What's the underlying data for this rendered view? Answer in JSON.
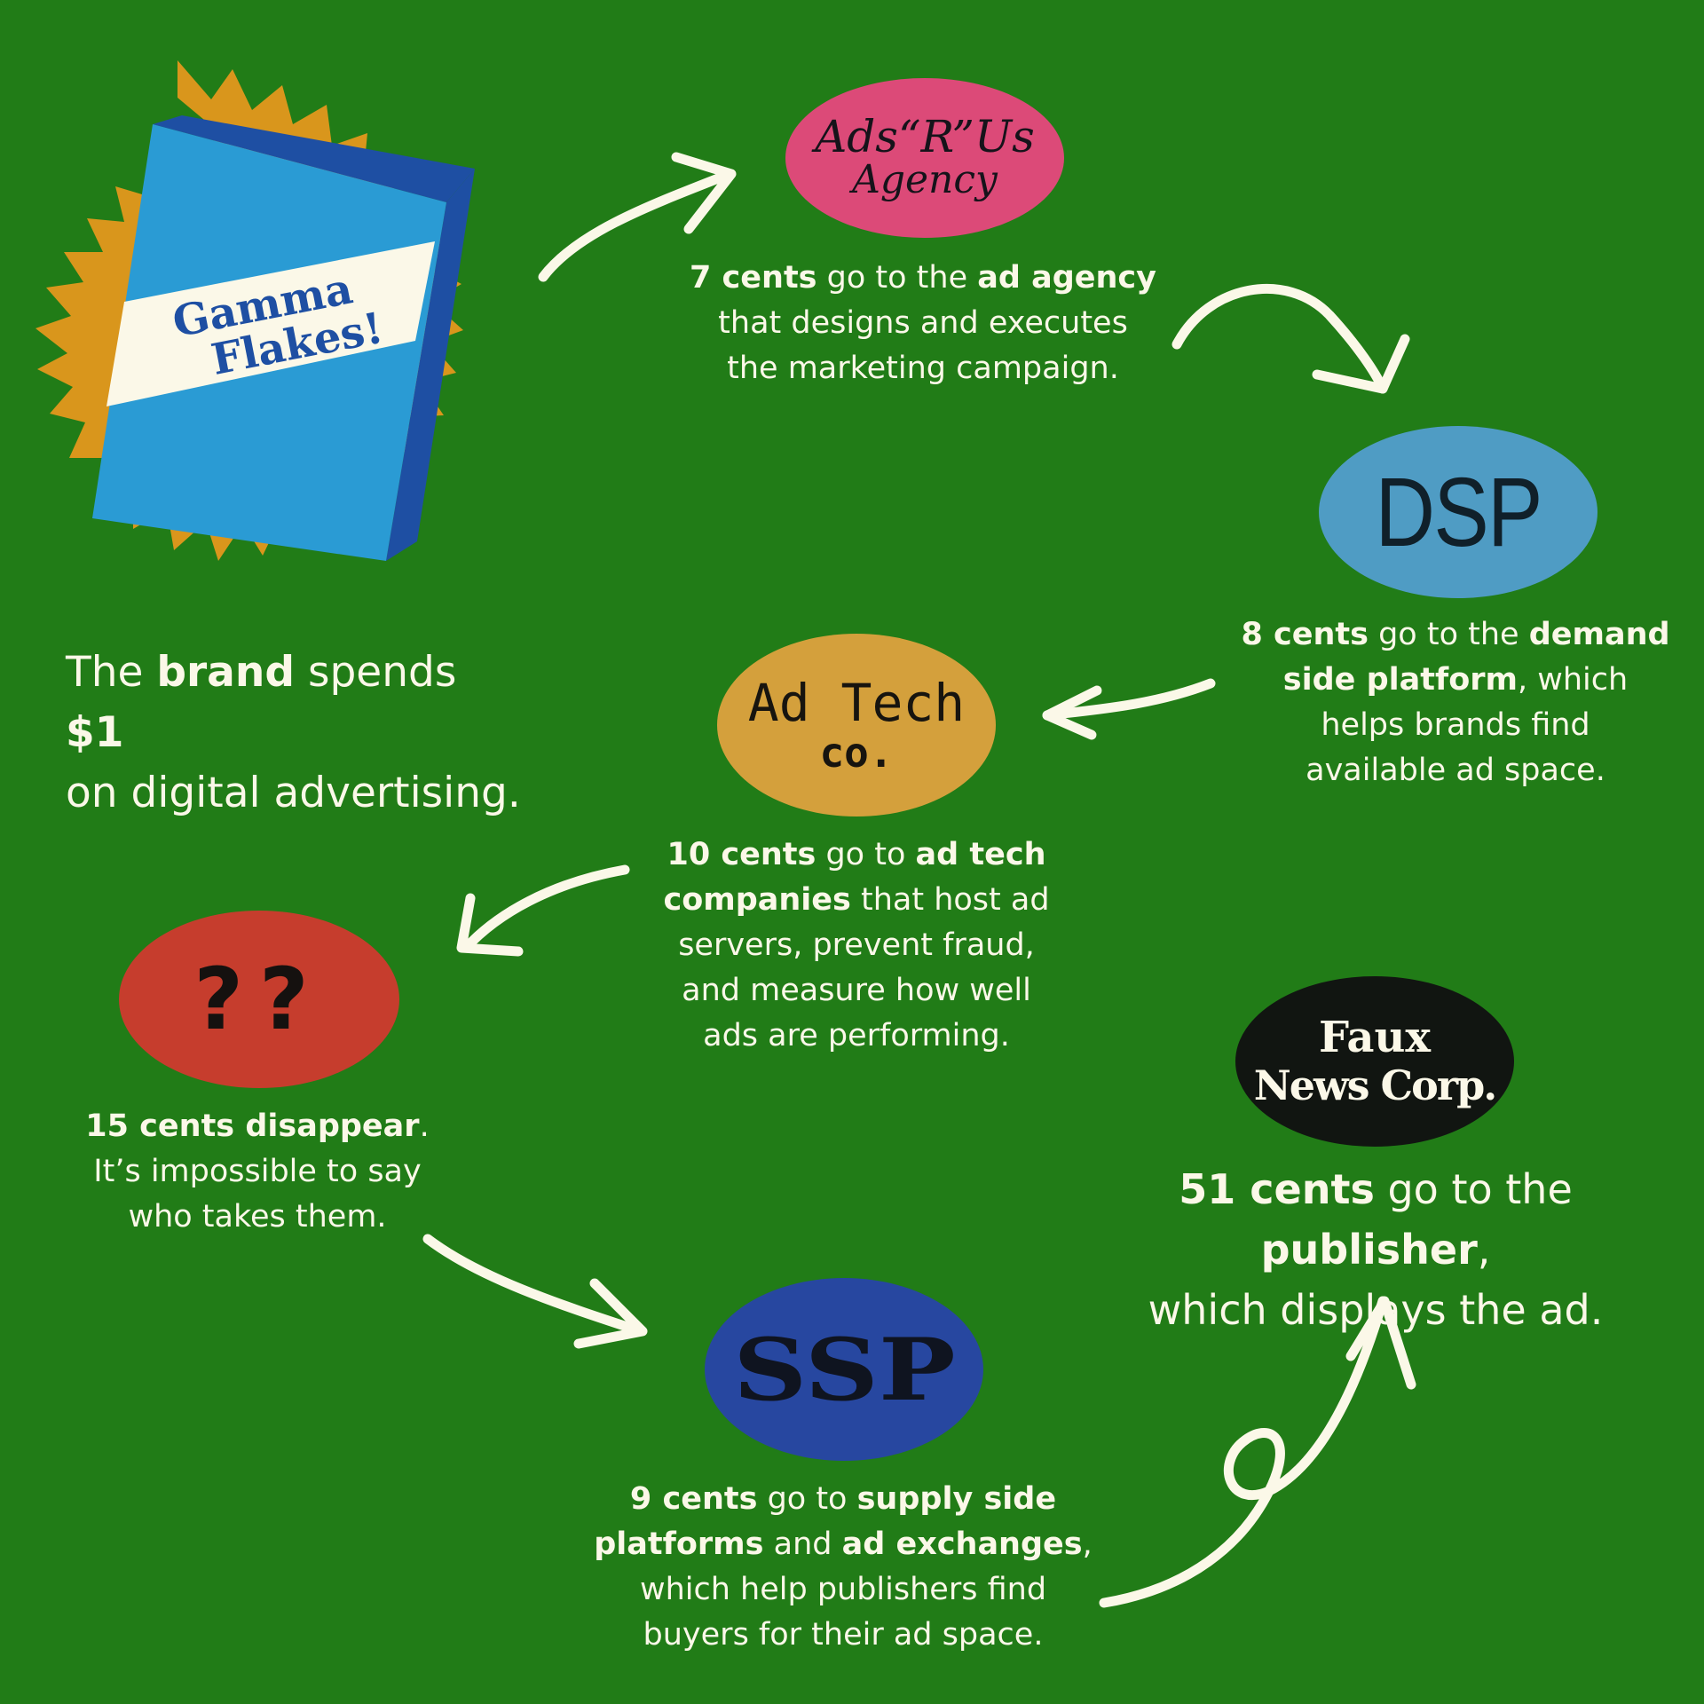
{
  "brand": {
    "box_name": "Gamma Flakes!",
    "box_line1": "Gamma",
    "box_line2": "Flakes!",
    "caption": {
      "p1": "The ",
      "b1": "brand",
      "p2": " spends ",
      "b2": "$1",
      "p3": "on digital advertising."
    }
  },
  "agency": {
    "logo_line1": "Ads“R”Us",
    "logo_line2": "Agency",
    "caption": {
      "b1": "7 cents",
      "p1": " go to the ",
      "b2": "ad agency",
      "p2": "that designs and executes",
      "p3": "the marketing campaign."
    }
  },
  "dsp": {
    "logo": "DSP",
    "caption": {
      "b1": "8 cents",
      "p1": " go to the ",
      "b2": "demand",
      "b3": "side platform",
      "p2": ", which",
      "p3": "helps brands find",
      "p4": "available ad space."
    }
  },
  "adtech": {
    "logo_line1": "Ad Tech",
    "logo_line2": "co.",
    "caption": {
      "b1": "10 cents",
      "p1": " go to ",
      "b2": "ad tech",
      "b3": "companies",
      "p2": " that host ad",
      "p3": "servers, prevent fraud,",
      "p4": "and measure how well",
      "p5": "ads are performing."
    }
  },
  "unknown": {
    "logo": "??",
    "caption": {
      "b1": "15 cents disappear",
      "p1": ".",
      "p2": "It’s impossible to say",
      "p3": "who takes them."
    }
  },
  "ssp": {
    "logo": "SSP",
    "caption": {
      "b1": "9 cents",
      "p1": " go to ",
      "b2": "supply side",
      "b3": "platforms",
      "p2": " and ",
      "b4": "ad exchanges",
      "p3": ",",
      "p4": "which help publishers find",
      "p5": "buyers for their ad space."
    }
  },
  "publisher": {
    "logo_line1": "Faux",
    "logo_line2": "News Corp.",
    "caption": {
      "b1": "51 cents",
      "p1": " go to the ",
      "b2": "publisher",
      "p2": ",",
      "p3": "which displays the ad."
    }
  },
  "colors": {
    "background": "#217c17",
    "text": "#fbf8e8",
    "starburst": "#d9961c",
    "box_blue": "#2a9bd4",
    "box_dark": "#1e4fa3",
    "agency_pink": "#dc4a78",
    "dsp_blue": "#4f9cc4",
    "adtech_gold": "#d4a03c",
    "unknown_red": "#c63d2d",
    "ssp_blue": "#2747a0",
    "publisher_black": "#111511"
  }
}
